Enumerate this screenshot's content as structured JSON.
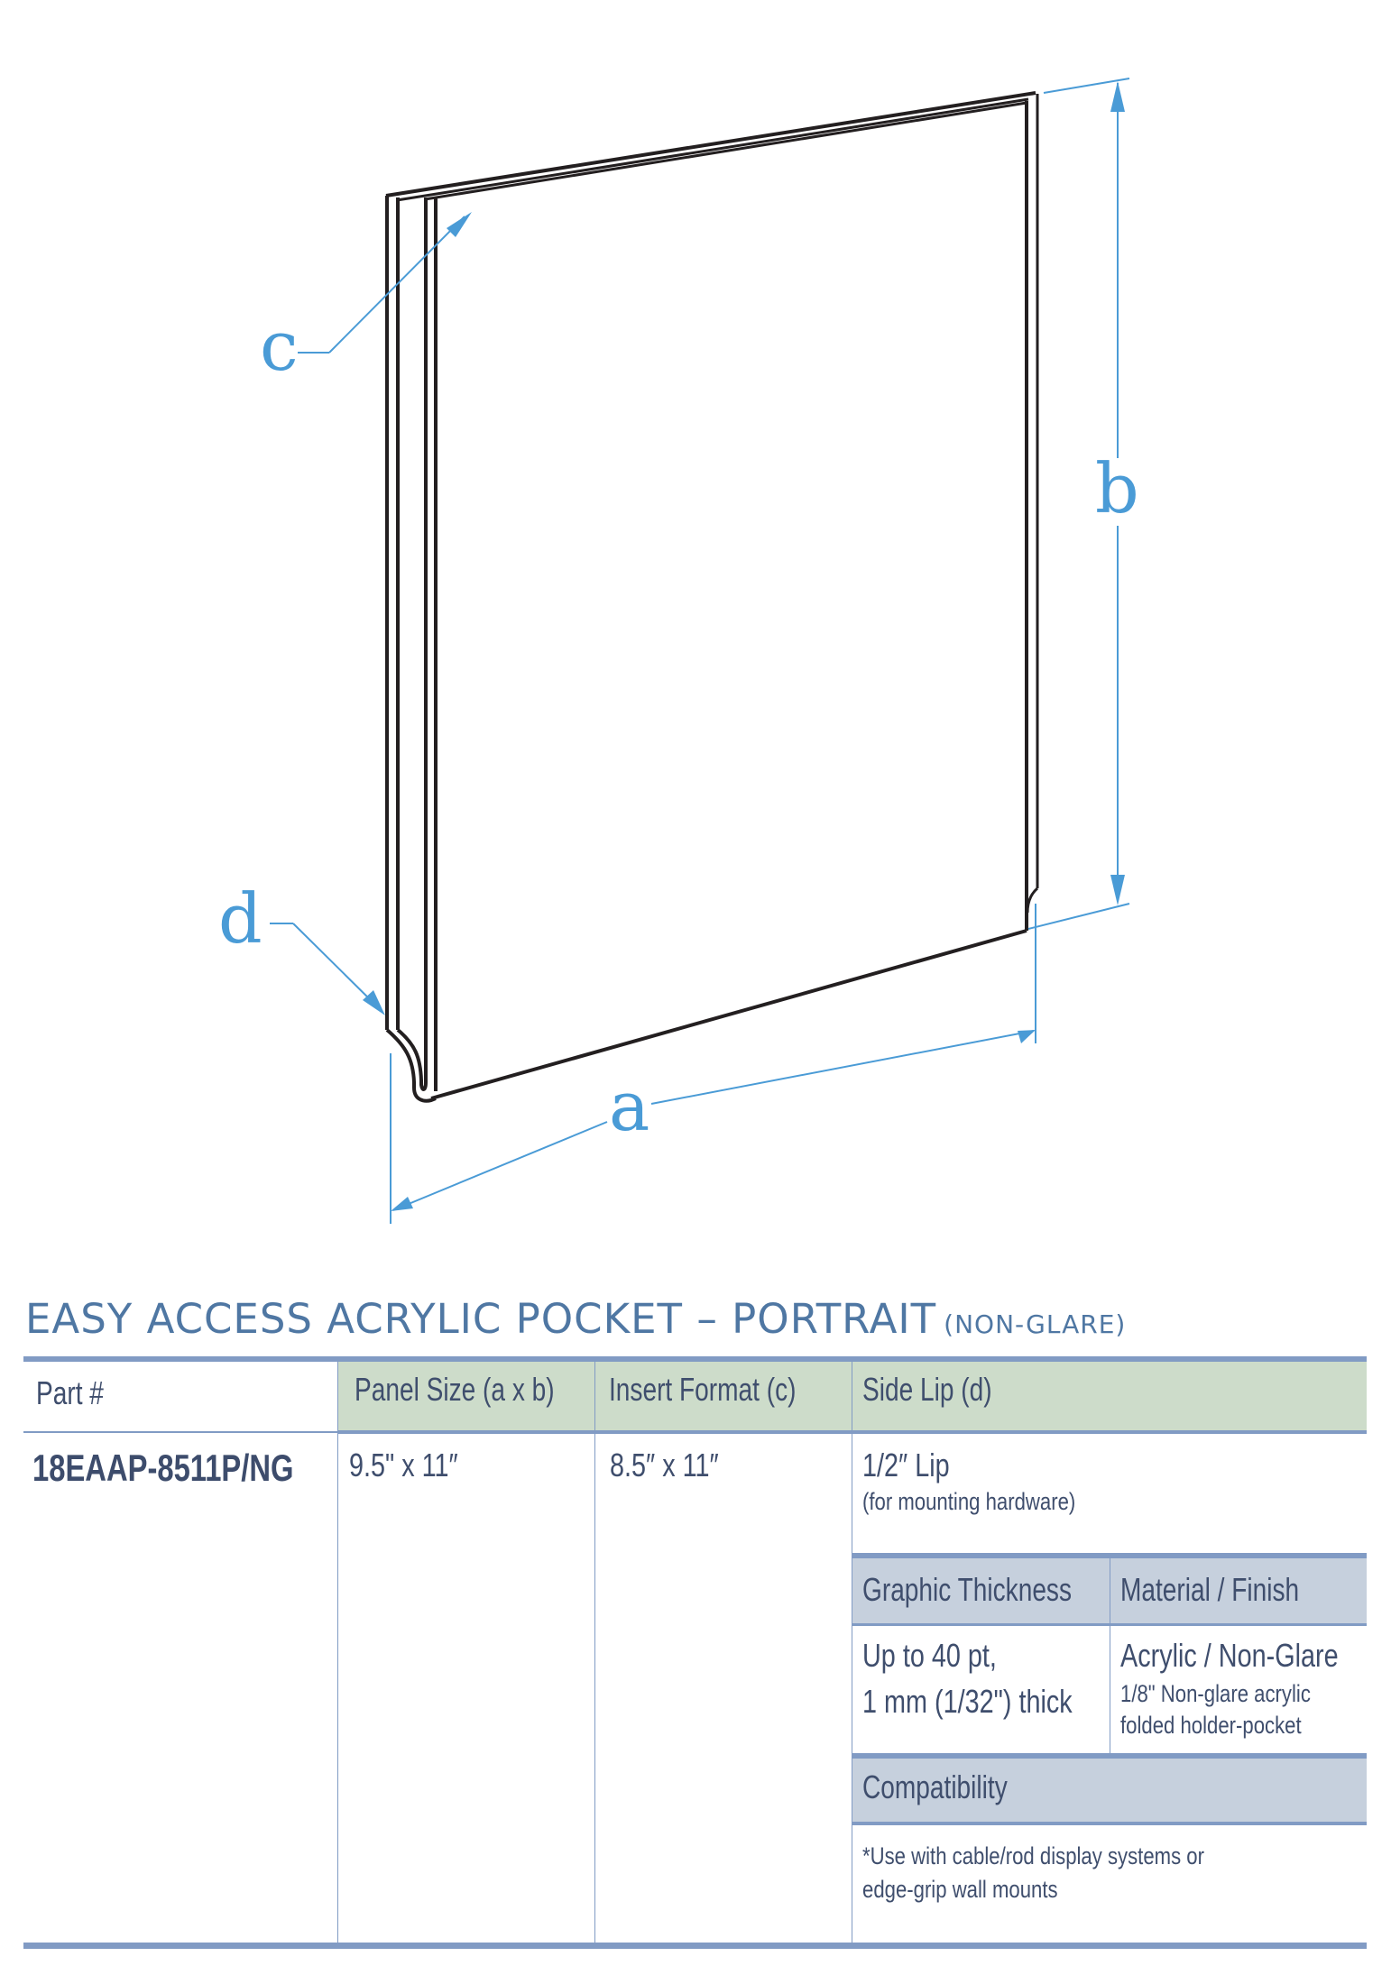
{
  "diagram": {
    "labels": {
      "a": "a",
      "b": "b",
      "c": "c",
      "d": "d"
    },
    "colors": {
      "dimension": "#4a9bd6",
      "outline": "#231f20"
    }
  },
  "title": {
    "main": "EASY ACCESS ACRYLIC POCKET – PORTRAIT",
    "sub": "(NON-GLARE)",
    "color": "#4f77a3"
  },
  "table": {
    "colors": {
      "rule": "#819bc4",
      "header_green": "#cddcca",
      "header_gray": "#c6d0dd",
      "text": "#3f4e6d"
    },
    "headers": {
      "part": "Part #",
      "panel_size": "Panel Size (a x b)",
      "insert_format": "Insert Format (c)",
      "side_lip": "Side Lip (d)"
    },
    "row": {
      "part": "18EAAP-8511P/NG",
      "panel_size": "9.5\" x 11″",
      "insert_format": "8.5″ x 11″",
      "side_lip": "1/2″ Lip",
      "side_lip_note": "(for mounting hardware)"
    },
    "subtable": {
      "headers": {
        "graphic_thickness": "Graphic Thickness",
        "material_finish": "Material / Finish"
      },
      "values": {
        "graphic_thickness_line1": "Up to 40 pt,",
        "graphic_thickness_line2": "1 mm (1/32\") thick",
        "material_finish": "Acrylic / Non-Glare",
        "material_note_line1": "1/8\" Non-glare acrylic",
        "material_note_line2": "folded holder-pocket"
      },
      "compatibility": {
        "header": "Compatibility",
        "line1": "*Use with cable/rod display systems or",
        "line2": "edge-grip wall mounts"
      }
    }
  }
}
